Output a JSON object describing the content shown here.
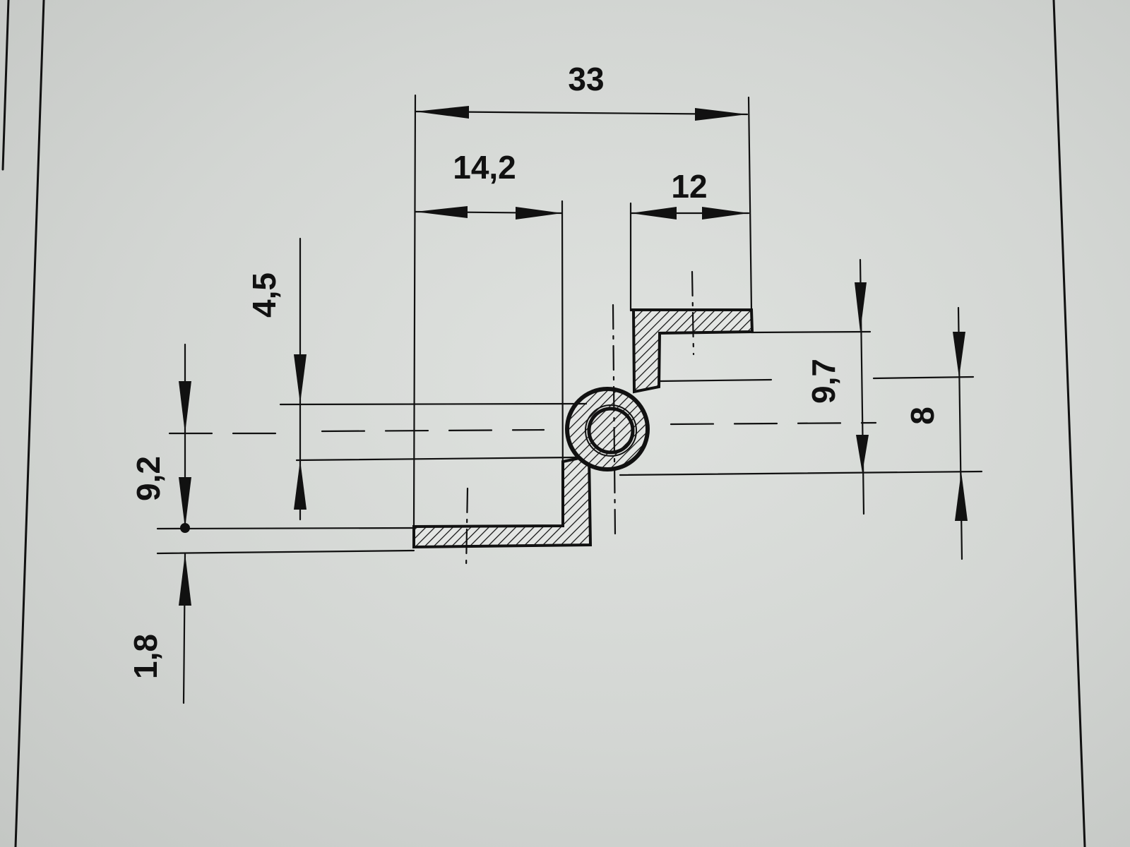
{
  "drawing": {
    "dimensions": {
      "overall_width": "33",
      "left_leaf_width": "14,2",
      "right_leaf_width": "12",
      "left_height": "4,5",
      "left_total": "9,2",
      "left_thickness": "1,8",
      "right_height": "9,7",
      "right_offset": "8"
    },
    "colors": {
      "paper": "#dcdfdc",
      "ink": "#111111"
    }
  }
}
